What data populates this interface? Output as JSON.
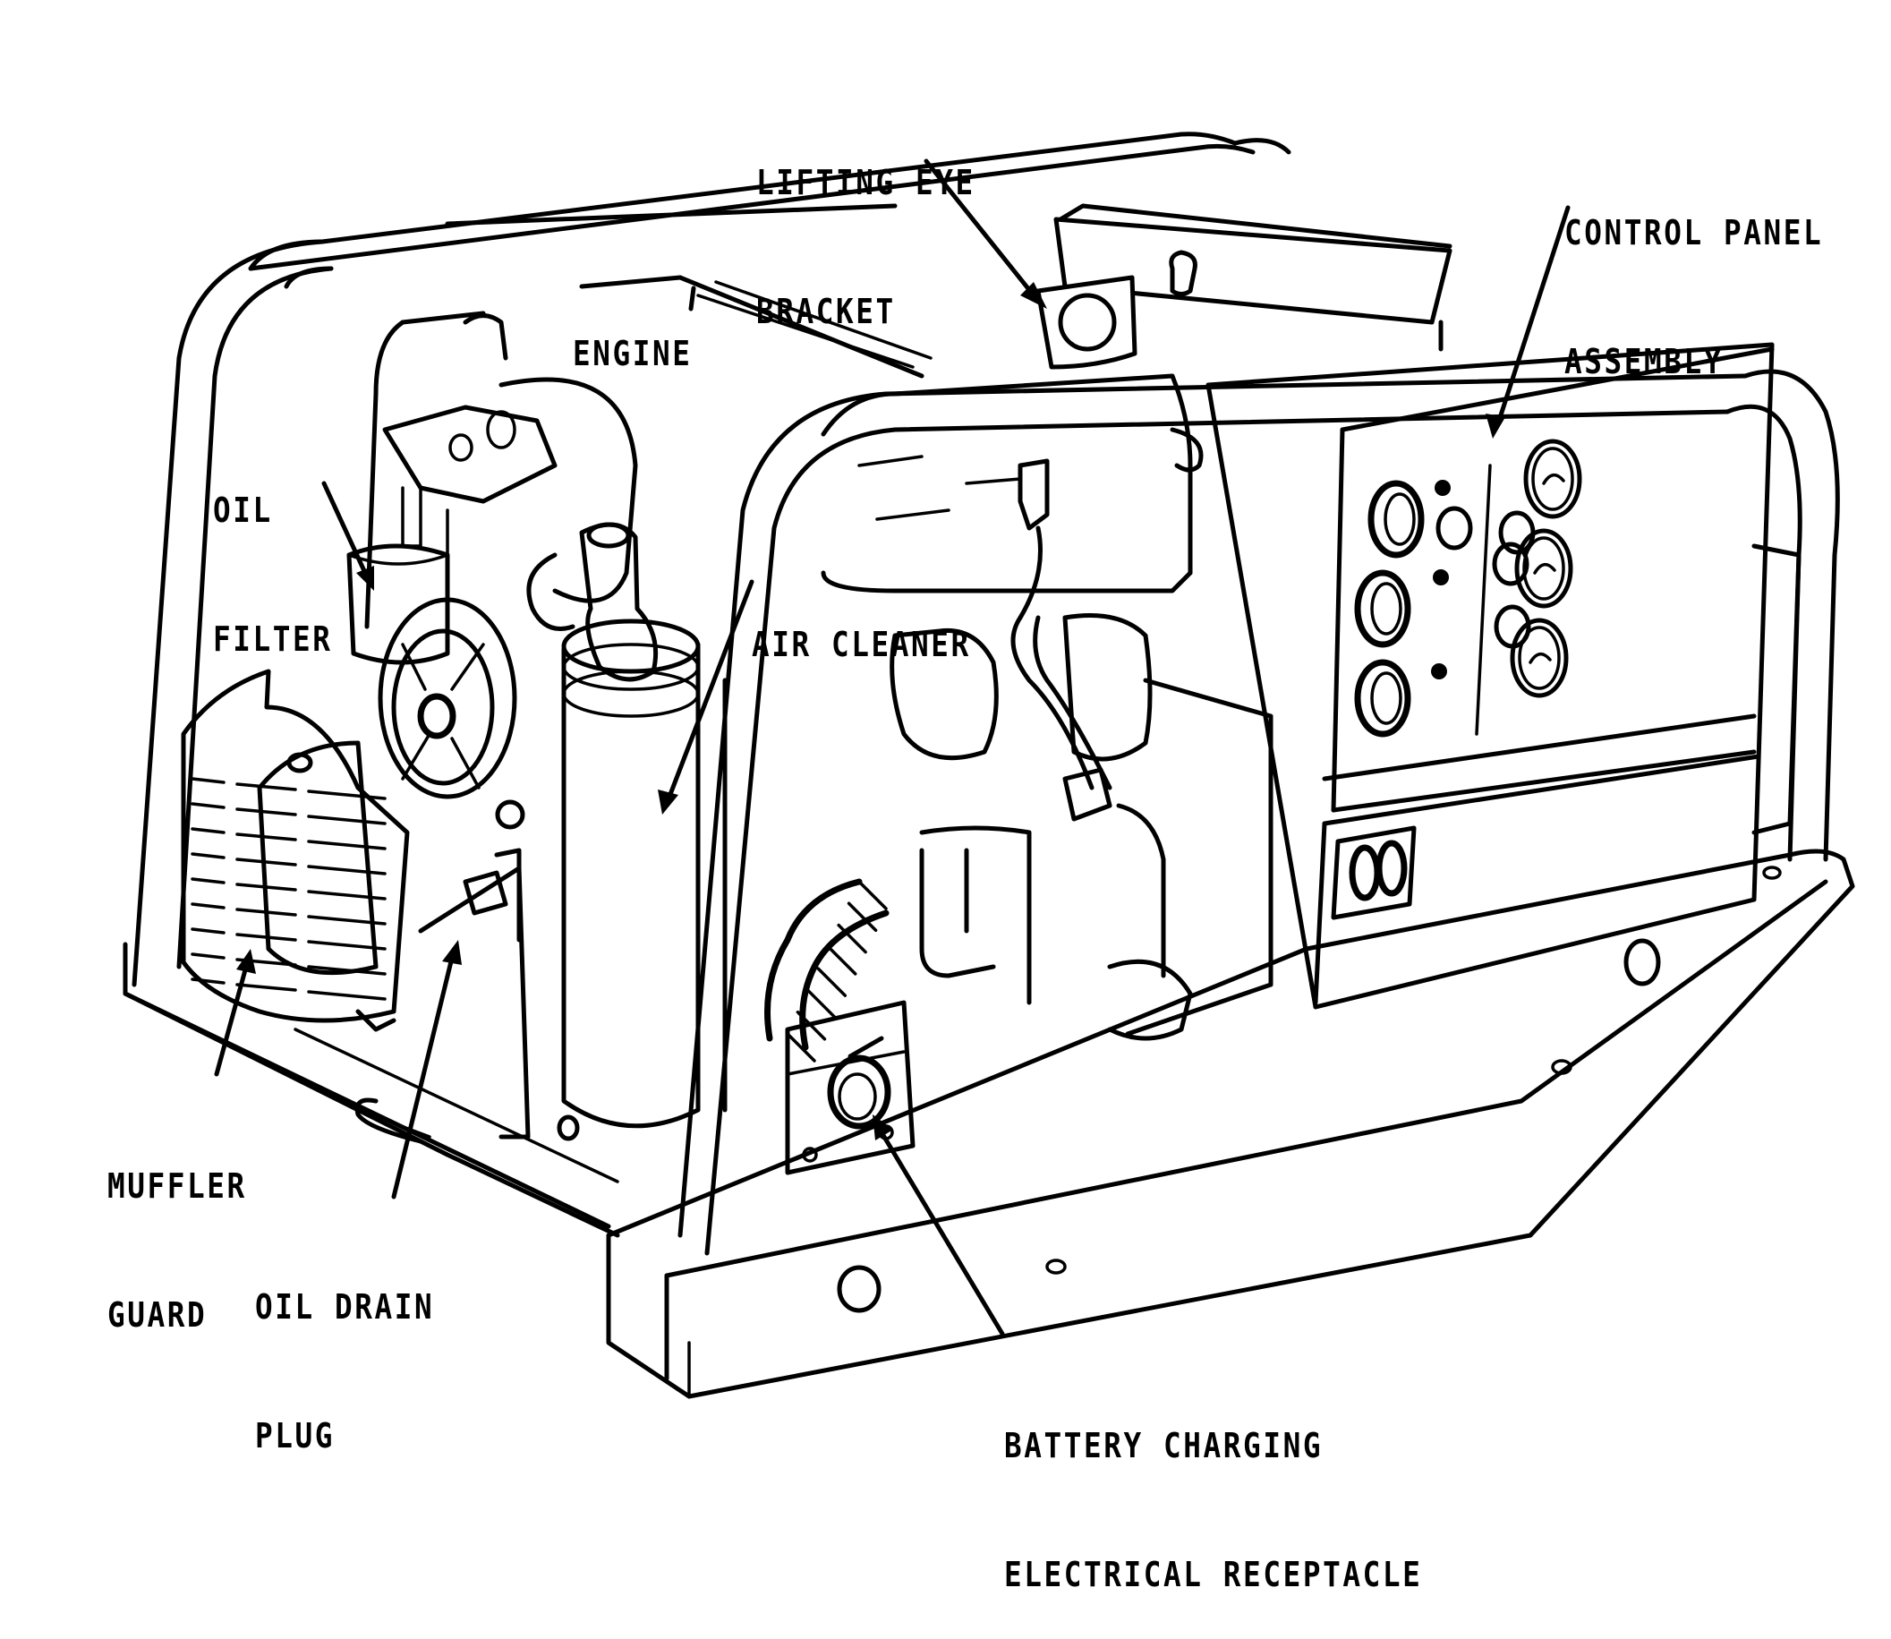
{
  "figure": {
    "subject": "Engine-generator set, isometric line drawing with callouts",
    "ink_color": "#000000",
    "background_color": "#ffffff"
  },
  "callouts": {
    "lifting_eye_bracket": {
      "line1": "LIFTING EYE",
      "line2": "BRACKET"
    },
    "control_panel_assembly": {
      "line1": "CONTROL PANEL",
      "line2": "ASSEMBLY"
    },
    "engine": {
      "line1": "ENGINE"
    },
    "oil_filter": {
      "line1": "OIL",
      "line2": "FILTER"
    },
    "air_cleaner": {
      "line1": "AIR CLEANER"
    },
    "muffler_guard": {
      "line1": "MUFFLER",
      "line2": "GUARD"
    },
    "oil_drain_plug": {
      "line1": "OIL DRAIN",
      "line2": "PLUG"
    },
    "battery_charging_receptacle": {
      "line1": "BATTERY CHARGING",
      "line2": "ELECTRICAL RECEPTACLE"
    }
  }
}
